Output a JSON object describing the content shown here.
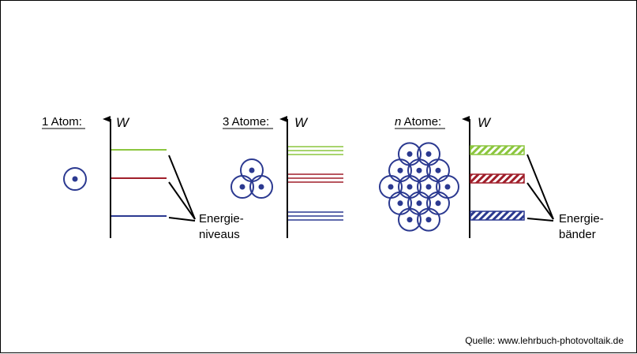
{
  "panels": [
    {
      "prefix": "1",
      "rest": " Atom:",
      "axis": "W"
    },
    {
      "prefix": "3",
      "rest": " Atome:",
      "axis": "W"
    },
    {
      "prefix": "n",
      "rest": " Atome:",
      "axis": "W"
    }
  ],
  "callouts": {
    "levels": [
      "Energie-",
      "niveaus"
    ],
    "bands": [
      "Energie-",
      "bänder"
    ]
  },
  "source": "Quelle: www.lehrbuch-photovoltaik.de",
  "colors": {
    "green": "#8cc63f",
    "red": "#a01e2a",
    "blue": "#2b3990",
    "atom": "#2b3990"
  }
}
